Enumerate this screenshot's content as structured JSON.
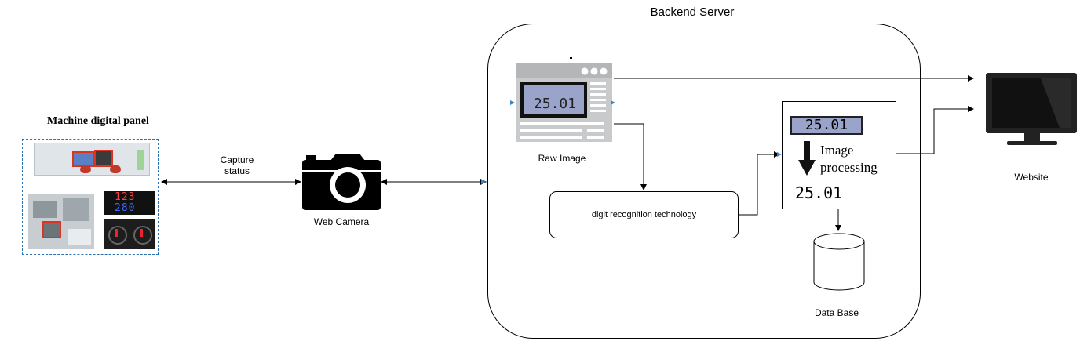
{
  "machine_panel": {
    "title": "Machine digital panel",
    "display_top": "123",
    "display_bottom": "280"
  },
  "capture": {
    "label_line1": "Capture",
    "label_line2": "status"
  },
  "camera": {
    "label": "Web Camera"
  },
  "server": {
    "title": "Backend Server"
  },
  "raw_image": {
    "label": "Raw Image",
    "reading": "25.01"
  },
  "digit_recognition": {
    "label": "digit recognition technology"
  },
  "image_processing": {
    "input_value": "25.01",
    "caption_line1": "Image",
    "caption_line2": "processing",
    "output_value": "25.01"
  },
  "database": {
    "label": "Data Base"
  },
  "website": {
    "label": "Website"
  },
  "colors": {
    "panel_border": "#2e6fb0",
    "lcd_bg": "#9aa3c9",
    "monitor": "#222222"
  }
}
